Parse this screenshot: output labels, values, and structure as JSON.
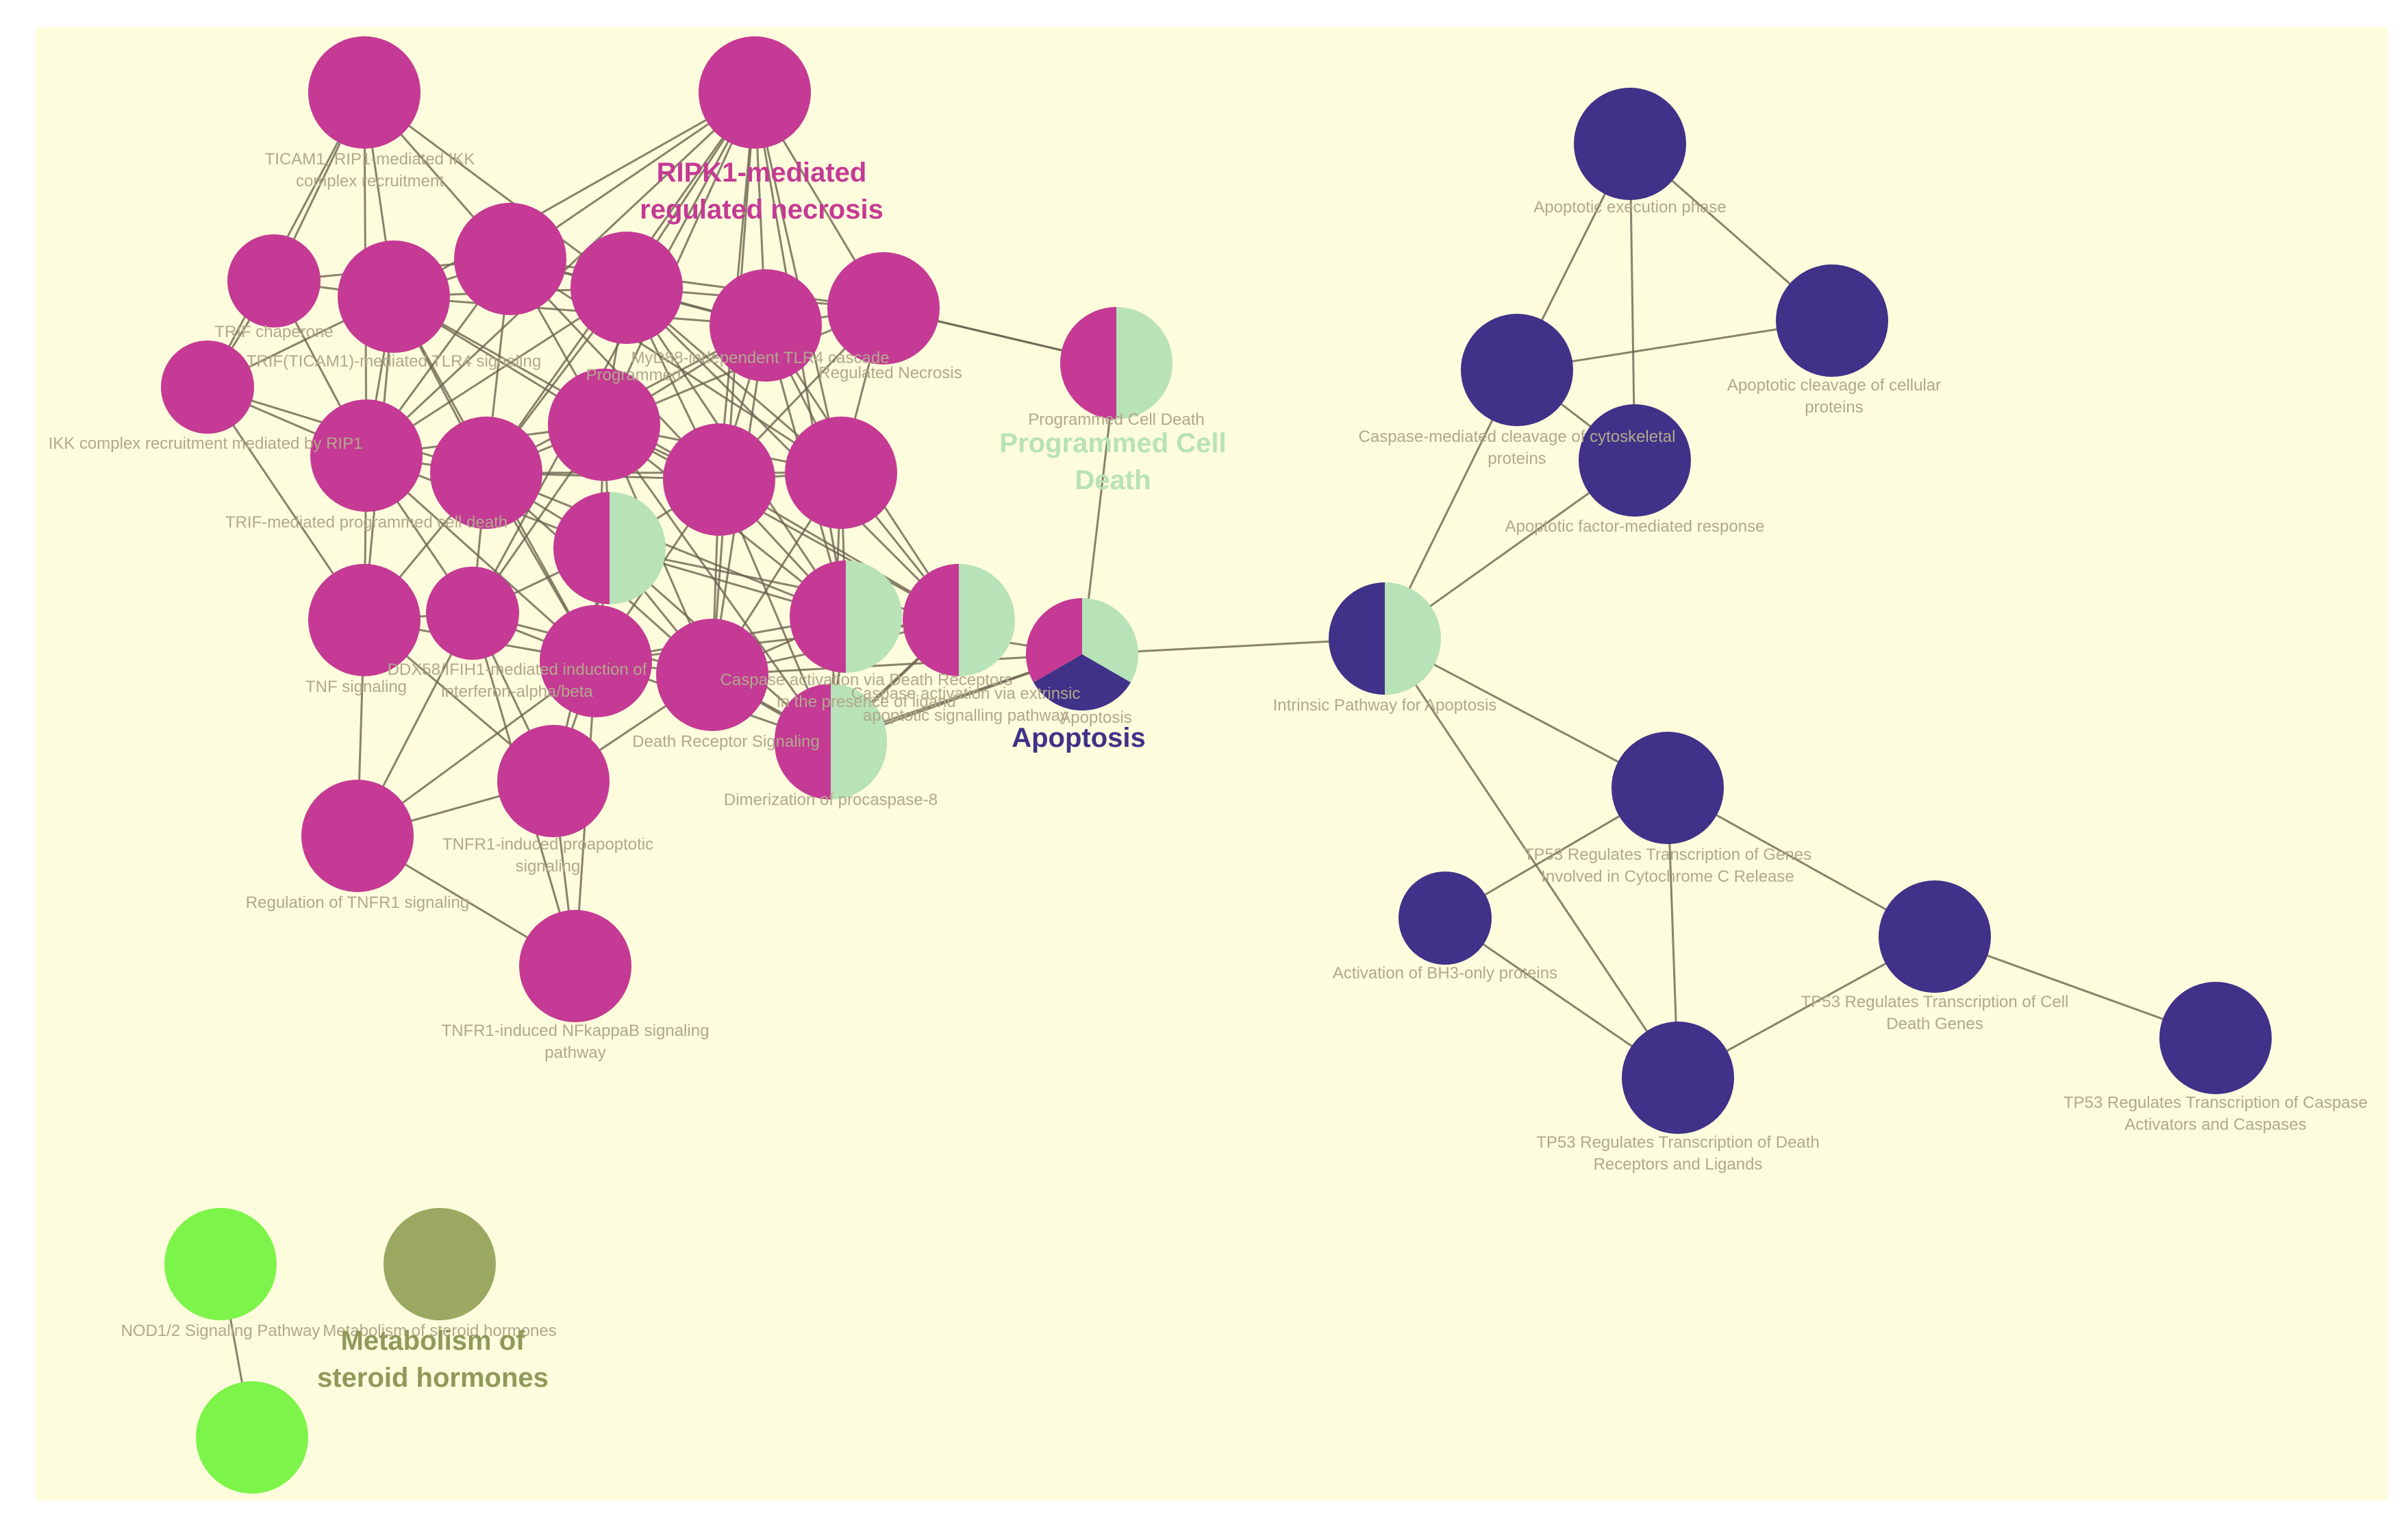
{
  "colors": {
    "background": "#fdfcdc",
    "canvas": "#ffffff",
    "edge": "#6b6350",
    "label": "#b2a88c",
    "ripk1": "#c43a94",
    "programmed_cell_death": "#b8e2b8",
    "apoptosis": "#3f3288",
    "nod": "#7df44a",
    "steroid": "#9ba862"
  },
  "clusters": [
    {
      "id": "ripk1",
      "label": "RIPK1-mediated regulated necrosis",
      "lines": [
        "RIPK1-mediated",
        "regulated necrosis"
      ],
      "color": "#c43a94"
    },
    {
      "id": "pcd",
      "label": "Programmed Cell Death",
      "lines": [
        "Programmed Cell",
        "Death"
      ],
      "color": "#b8e2b8"
    },
    {
      "id": "apoptosis",
      "label": "Apoptosis",
      "lines": [
        "Apoptosis"
      ],
      "color": "#3f3288"
    },
    {
      "id": "steroid",
      "label": "Metabolism of steroid hormones",
      "lines": [
        "Metabolism of",
        "steroid hormones"
      ],
      "color": "#8f9a5a"
    }
  ],
  "nodes": [
    {
      "id": "n1",
      "label": "TICAM1, RIP1-mediated IKK complex recruitment",
      "colors": [
        "#c43a94"
      ]
    },
    {
      "id": "n2",
      "label": "",
      "colors": [
        "#c43a94"
      ]
    },
    {
      "id": "n3",
      "label": "TRIF chaperone",
      "colors": [
        "#c43a94"
      ]
    },
    {
      "id": "n4",
      "label": "TRIF(TICAM1)-mediated TLR4 signaling",
      "colors": [
        "#c43a94"
      ]
    },
    {
      "id": "n5",
      "label": "",
      "colors": [
        "#c43a94"
      ]
    },
    {
      "id": "n6",
      "label": "Programmed",
      "colors": [
        "#c43a94"
      ]
    },
    {
      "id": "n7",
      "label": "MyD88-independent TLR4 cascade",
      "colors": [
        "#c43a94"
      ]
    },
    {
      "id": "n8",
      "label": "Regulated Necrosis",
      "colors": [
        "#c43a94"
      ]
    },
    {
      "id": "n9",
      "label": "IKK complex recruitment mediated by RIP1",
      "colors": [
        "#c43a94"
      ]
    },
    {
      "id": "n10",
      "label": "TRIF-mediated programmed cell death",
      "colors": [
        "#c43a94"
      ]
    },
    {
      "id": "n11",
      "label": "",
      "colors": [
        "#c43a94"
      ]
    },
    {
      "id": "n12",
      "label": "",
      "colors": [
        "#c43a94"
      ]
    },
    {
      "id": "n13",
      "label": "",
      "colors": [
        "#c43a94"
      ]
    },
    {
      "id": "n14",
      "label": "",
      "colors": [
        "#c43a94"
      ]
    },
    {
      "id": "n15",
      "label": "Caspase activation via extrinsic apoptotic signalling pathway",
      "colors": [
        "#c43a94",
        "#b8e2b8"
      ]
    },
    {
      "id": "n16",
      "label": "TNF signaling",
      "colors": [
        "#c43a94"
      ]
    },
    {
      "id": "n17",
      "label": "",
      "colors": [
        "#c43a94"
      ]
    },
    {
      "id": "n18",
      "label": "",
      "colors": [
        "#c43a94",
        "#b8e2b8"
      ]
    },
    {
      "id": "n19",
      "label": "DDX58/IFIH1-mediated induction of interferon-alpha/beta",
      "colors": [
        "#c43a94"
      ]
    },
    {
      "id": "n20",
      "label": "Death Receptor Signaling",
      "colors": [
        "#c43a94"
      ]
    },
    {
      "id": "n21",
      "label": "Caspase activation via Death Receptors in the presence of ligand",
      "colors": [
        "#c43a94",
        "#b8e2b8"
      ]
    },
    {
      "id": "n22",
      "label": "",
      "colors": [
        "#c43a94",
        "#b8e2b8"
      ]
    },
    {
      "id": "n23",
      "label": "Apoptosis",
      "colors": [
        "#b8e2b8",
        "#3f3288",
        "#c43a94"
      ]
    },
    {
      "id": "n24",
      "label": "Dimerization of procaspase-8",
      "colors": [
        "#c43a94",
        "#b8e2b8"
      ]
    },
    {
      "id": "n25",
      "label": "Regulation of TNFR1 signaling",
      "colors": [
        "#c43a94"
      ]
    },
    {
      "id": "n26",
      "label": "TNFR1-induced proapoptotic signaling",
      "colors": [
        "#c43a94"
      ]
    },
    {
      "id": "n27",
      "label": "TNFR1-induced NFkappaB signaling pathway",
      "colors": [
        "#c43a94"
      ]
    },
    {
      "id": "n28",
      "label": "Programmed Cell Death",
      "colors": [
        "#c43a94",
        "#b8e2b8"
      ]
    },
    {
      "id": "n29",
      "label": "Apoptotic execution phase",
      "colors": [
        "#3f3288"
      ]
    },
    {
      "id": "n30",
      "label": "Caspase-mediated cleavage of cytoskeletal proteins",
      "colors": [
        "#3f3288"
      ]
    },
    {
      "id": "n31",
      "label": "Apoptotic cleavage of cellular proteins",
      "colors": [
        "#3f3288"
      ]
    },
    {
      "id": "n32",
      "label": "Apoptotic factor-mediated response",
      "colors": [
        "#3f3288"
      ]
    },
    {
      "id": "n33",
      "label": "Intrinsic Pathway for Apoptosis",
      "colors": [
        "#3f3288",
        "#b8e2b8"
      ]
    },
    {
      "id": "n34",
      "label": "TP53 Regulates Transcription of Genes Involved in Cytochrome C Release",
      "colors": [
        "#3f3288"
      ]
    },
    {
      "id": "n35",
      "label": "Activation of BH3-only proteins",
      "colors": [
        "#3f3288"
      ]
    },
    {
      "id": "n36",
      "label": "TP53 Regulates Transcription of Cell Death Genes",
      "colors": [
        "#3f3288"
      ]
    },
    {
      "id": "n37",
      "label": "TP53 Regulates Transcription of Death Receptors and Ligands",
      "colors": [
        "#3f3288"
      ]
    },
    {
      "id": "n38",
      "label": "TP53 Regulates Transcription of Caspase Activators and Caspases",
      "colors": [
        "#3f3288"
      ]
    },
    {
      "id": "n39",
      "label": "NOD1/2 Signaling Pathway",
      "colors": [
        "#7df44a"
      ]
    },
    {
      "id": "n40",
      "label": "Metabolism of steroid hormones",
      "colors": [
        "#9ba862"
      ]
    },
    {
      "id": "n41",
      "label": "",
      "colors": [
        "#7df44a"
      ]
    }
  ],
  "edges": [
    [
      "n1",
      "n3"
    ],
    [
      "n1",
      "n4"
    ],
    [
      "n1",
      "n5"
    ],
    [
      "n1",
      "n6"
    ],
    [
      "n1",
      "n9"
    ],
    [
      "n1",
      "n10"
    ],
    [
      "n2",
      "n5"
    ],
    [
      "n2",
      "n6"
    ],
    [
      "n2",
      "n7"
    ],
    [
      "n2",
      "n8"
    ],
    [
      "n2",
      "n11"
    ],
    [
      "n2",
      "n12"
    ],
    [
      "n2",
      "n13"
    ],
    [
      "n2",
      "n14"
    ],
    [
      "n2",
      "n17"
    ],
    [
      "n2",
      "n20"
    ],
    [
      "n2",
      "n21"
    ],
    [
      "n2",
      "n4"
    ],
    [
      "n2",
      "n10"
    ],
    [
      "n3",
      "n4"
    ],
    [
      "n3",
      "n9"
    ],
    [
      "n3",
      "n10"
    ],
    [
      "n3",
      "n5"
    ],
    [
      "n4",
      "n5"
    ],
    [
      "n4",
      "n6"
    ],
    [
      "n4",
      "n7"
    ],
    [
      "n4",
      "n9"
    ],
    [
      "n4",
      "n10"
    ],
    [
      "n4",
      "n11"
    ],
    [
      "n4",
      "n12"
    ],
    [
      "n4",
      "n13"
    ],
    [
      "n4",
      "n16"
    ],
    [
      "n4",
      "n19"
    ],
    [
      "n5",
      "n6"
    ],
    [
      "n5",
      "n7"
    ],
    [
      "n5",
      "n8"
    ],
    [
      "n5",
      "n10"
    ],
    [
      "n5",
      "n11"
    ],
    [
      "n5",
      "n12"
    ],
    [
      "n5",
      "n13"
    ],
    [
      "n5",
      "n14"
    ],
    [
      "n6",
      "n7"
    ],
    [
      "n6",
      "n8"
    ],
    [
      "n6",
      "n10"
    ],
    [
      "n6",
      "n11"
    ],
    [
      "n6",
      "n12"
    ],
    [
      "n6",
      "n13"
    ],
    [
      "n6",
      "n14"
    ],
    [
      "n6",
      "n15"
    ],
    [
      "n6",
      "n21"
    ],
    [
      "n7",
      "n8"
    ],
    [
      "n7",
      "n11"
    ],
    [
      "n7",
      "n12"
    ],
    [
      "n7",
      "n13"
    ],
    [
      "n7",
      "n14"
    ],
    [
      "n7",
      "n15"
    ],
    [
      "n7",
      "n20"
    ],
    [
      "n7",
      "n21"
    ],
    [
      "n8",
      "n28"
    ],
    [
      "n8",
      "n12"
    ],
    [
      "n8",
      "n13"
    ],
    [
      "n8",
      "n14"
    ],
    [
      "n9",
      "n10"
    ],
    [
      "n9",
      "n11"
    ],
    [
      "n9",
      "n16"
    ],
    [
      "n10",
      "n11"
    ],
    [
      "n10",
      "n12"
    ],
    [
      "n10",
      "n16"
    ],
    [
      "n10",
      "n17"
    ],
    [
      "n10",
      "n18"
    ],
    [
      "n10",
      "n19"
    ],
    [
      "n11",
      "n12"
    ],
    [
      "n11",
      "n13"
    ],
    [
      "n11",
      "n14"
    ],
    [
      "n11",
      "n16"
    ],
    [
      "n11",
      "n17"
    ],
    [
      "n11",
      "n18"
    ],
    [
      "n11",
      "n19"
    ],
    [
      "n11",
      "n20"
    ],
    [
      "n11",
      "n21"
    ],
    [
      "n12",
      "n13"
    ],
    [
      "n12",
      "n14"
    ],
    [
      "n12",
      "n15"
    ],
    [
      "n12",
      "n17"
    ],
    [
      "n12",
      "n18"
    ],
    [
      "n12",
      "n19"
    ],
    [
      "n12",
      "n20"
    ],
    [
      "n12",
      "n21"
    ],
    [
      "n12",
      "n22"
    ],
    [
      "n13",
      "n14"
    ],
    [
      "n13",
      "n15"
    ],
    [
      "n13",
      "n18"
    ],
    [
      "n13",
      "n19"
    ],
    [
      "n13",
      "n20"
    ],
    [
      "n13",
      "n21"
    ],
    [
      "n13",
      "n22"
    ],
    [
      "n14",
      "n15"
    ],
    [
      "n14",
      "n20"
    ],
    [
      "n14",
      "n21"
    ],
    [
      "n14",
      "n22"
    ],
    [
      "n15",
      "n18"
    ],
    [
      "n15",
      "n19"
    ],
    [
      "n15",
      "n20"
    ],
    [
      "n15",
      "n22"
    ],
    [
      "n15",
      "n24"
    ],
    [
      "n16",
      "n17"
    ],
    [
      "n16",
      "n19"
    ],
    [
      "n16",
      "n25"
    ],
    [
      "n16",
      "n26"
    ],
    [
      "n17",
      "n18"
    ],
    [
      "n17",
      "n19"
    ],
    [
      "n17",
      "n20"
    ],
    [
      "n17",
      "n25"
    ],
    [
      "n17",
      "n26"
    ],
    [
      "n17",
      "n27"
    ],
    [
      "n18",
      "n19"
    ],
    [
      "n18",
      "n20"
    ],
    [
      "n18",
      "n21"
    ],
    [
      "n18",
      "n22"
    ],
    [
      "n18",
      "n26"
    ],
    [
      "n19",
      "n20"
    ],
    [
      "n19",
      "n21"
    ],
    [
      "n19",
      "n22"
    ],
    [
      "n19",
      "n25"
    ],
    [
      "n19",
      "n26"
    ],
    [
      "n19",
      "n27"
    ],
    [
      "n20",
      "n21"
    ],
    [
      "n20",
      "n22"
    ],
    [
      "n20",
      "n24"
    ],
    [
      "n20",
      "n26"
    ],
    [
      "n20",
      "n23"
    ],
    [
      "n21",
      "n22"
    ],
    [
      "n21",
      "n23"
    ],
    [
      "n21",
      "n24"
    ],
    [
      "n22",
      "n23"
    ],
    [
      "n22",
      "n24"
    ],
    [
      "n23",
      "n28"
    ],
    [
      "n23",
      "n33"
    ],
    [
      "n23",
      "n24"
    ],
    [
      "n25",
      "n26"
    ],
    [
      "n25",
      "n27"
    ],
    [
      "n26",
      "n27"
    ],
    [
      "n28",
      "n8"
    ],
    [
      "n29",
      "n30"
    ],
    [
      "n29",
      "n31"
    ],
    [
      "n29",
      "n32"
    ],
    [
      "n30",
      "n31"
    ],
    [
      "n30",
      "n32"
    ],
    [
      "n30",
      "n33"
    ],
    [
      "n32",
      "n33"
    ],
    [
      "n33",
      "n34"
    ],
    [
      "n33",
      "n37"
    ],
    [
      "n34",
      "n35"
    ],
    [
      "n34",
      "n36"
    ],
    [
      "n34",
      "n37"
    ],
    [
      "n35",
      "n37"
    ],
    [
      "n36",
      "n37"
    ],
    [
      "n36",
      "n38"
    ],
    [
      "n39",
      "n41"
    ]
  ]
}
